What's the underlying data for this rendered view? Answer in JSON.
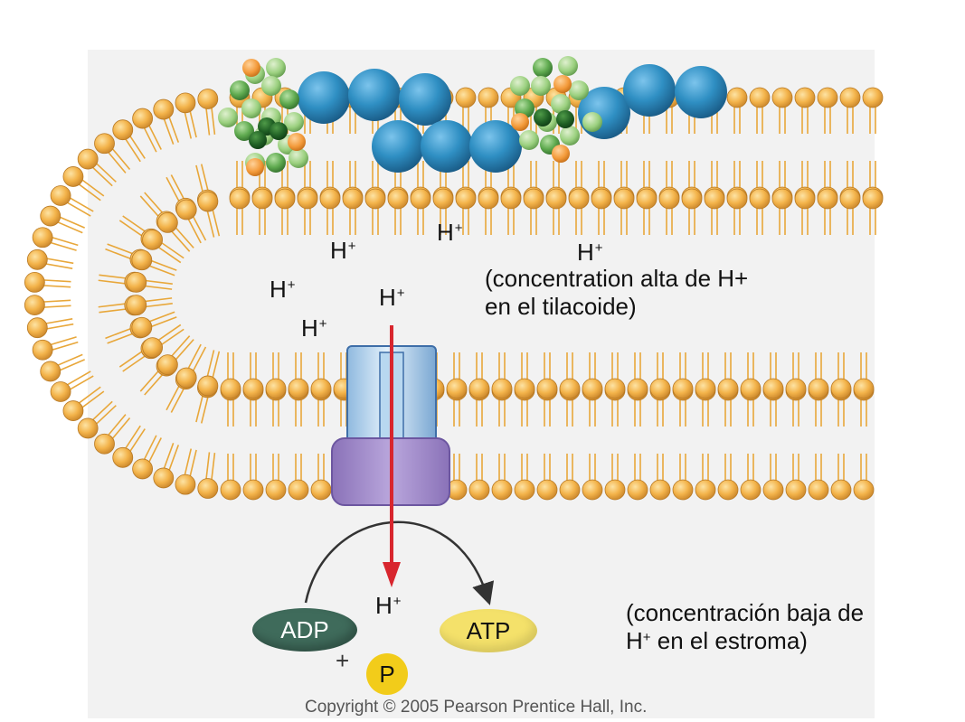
{
  "hydrogen_symbol": "H",
  "hydrogen_charge": "+",
  "lumen_note": {
    "line1": "(concentration alta de H+",
    "line2": "en el tilacoide)"
  },
  "stroma_note": {
    "line1": "(concentración baja de",
    "line2_ion": "H",
    "line2_charge": "+",
    "line2_rest": " en el estroma)"
  },
  "molecules": {
    "adp": "ADP",
    "atp": "ATP",
    "phosphate": "P",
    "plus": "+"
  },
  "copyright": "Copyright © 2005 Pearson Prentice Hall, Inc.",
  "colors": {
    "lipid_head": "#f3b34a",
    "lipid_tail": "#e8a73a",
    "protein_blue": "#2f8fc3",
    "chlorophyll_green": "#5faa4f",
    "atp_synthase_top": "#b8d8f0",
    "atp_synthase_bottom": "#a48fc8",
    "proton_arrow": "#d8262e",
    "adp_fill": "#3f6b5b",
    "atp_fill": "#f4e16a",
    "phosphate_fill": "#f2cc1a"
  }
}
